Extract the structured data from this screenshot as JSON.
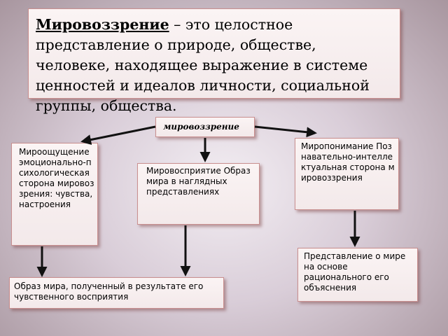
{
  "title": {
    "term": "Мировоззрение",
    "definition": " – это целостное представление о природе, обществе, человеке, находящее выражение в системе ценностей и идеалов личности, социальной группы, общества."
  },
  "center": {
    "label": "мировоззрение"
  },
  "left": {
    "text": "Мироощущение эмоционально-психологическая сторона мировоззрения: чувства, настроения"
  },
  "middle": {
    "text": "Мировосприятие Образ мира в наглядных представлениях"
  },
  "right": {
    "text": "Миропонимание Познавательно-интеллектуальная сторона мировоззрения"
  },
  "bottom_left": {
    "text": "Образ мира, полученный в результате его чувственного восприятия"
  },
  "bottom_right": {
    "text": "Представление о мире на основе рационального его объяснения"
  },
  "colors": {
    "box_border": "#c98f8f",
    "arrow": "#111111"
  }
}
